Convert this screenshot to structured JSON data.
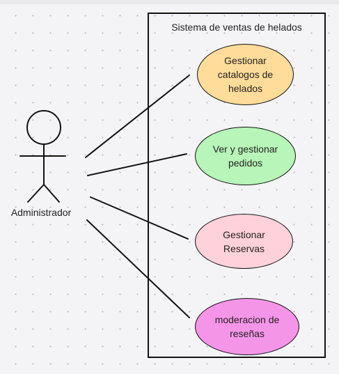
{
  "system": {
    "title": "Sistema de ventas de helados"
  },
  "actor": {
    "name": "Administrador"
  },
  "use_cases": [
    {
      "label": "Gestionar catalogos de helados",
      "color": "#ffdc99"
    },
    {
      "label": "Ver y gestionar pedidos",
      "color": "#b8f5b8"
    },
    {
      "label": "Gestionar Reservas",
      "color": "#ffd1da"
    },
    {
      "label": "moderacion de reseñas",
      "color": "#f595e8"
    }
  ],
  "colors": {
    "stroke": "#111111",
    "canvas": "#f4f4f6"
  }
}
